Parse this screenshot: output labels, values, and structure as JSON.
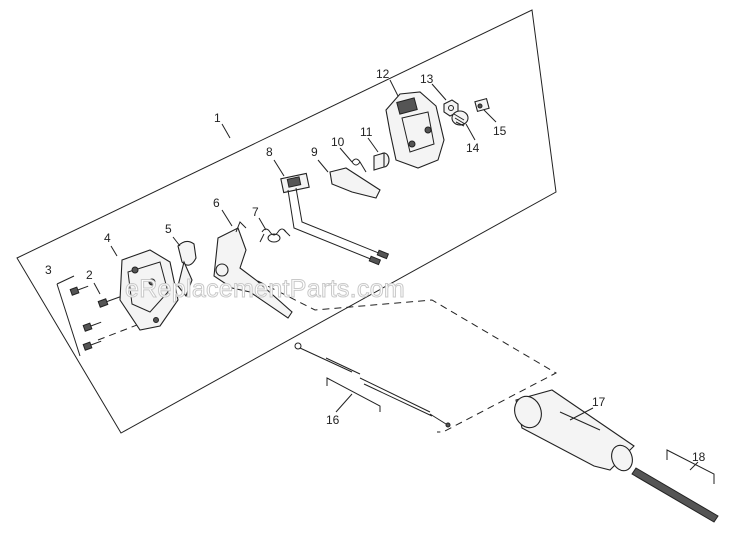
{
  "watermark": "eReplacementParts.com",
  "callouts": [
    "1",
    "2",
    "3",
    "4",
    "5",
    "6",
    "7",
    "8",
    "9",
    "10",
    "11",
    "12",
    "13",
    "14",
    "15",
    "16",
    "17",
    "18"
  ]
}
